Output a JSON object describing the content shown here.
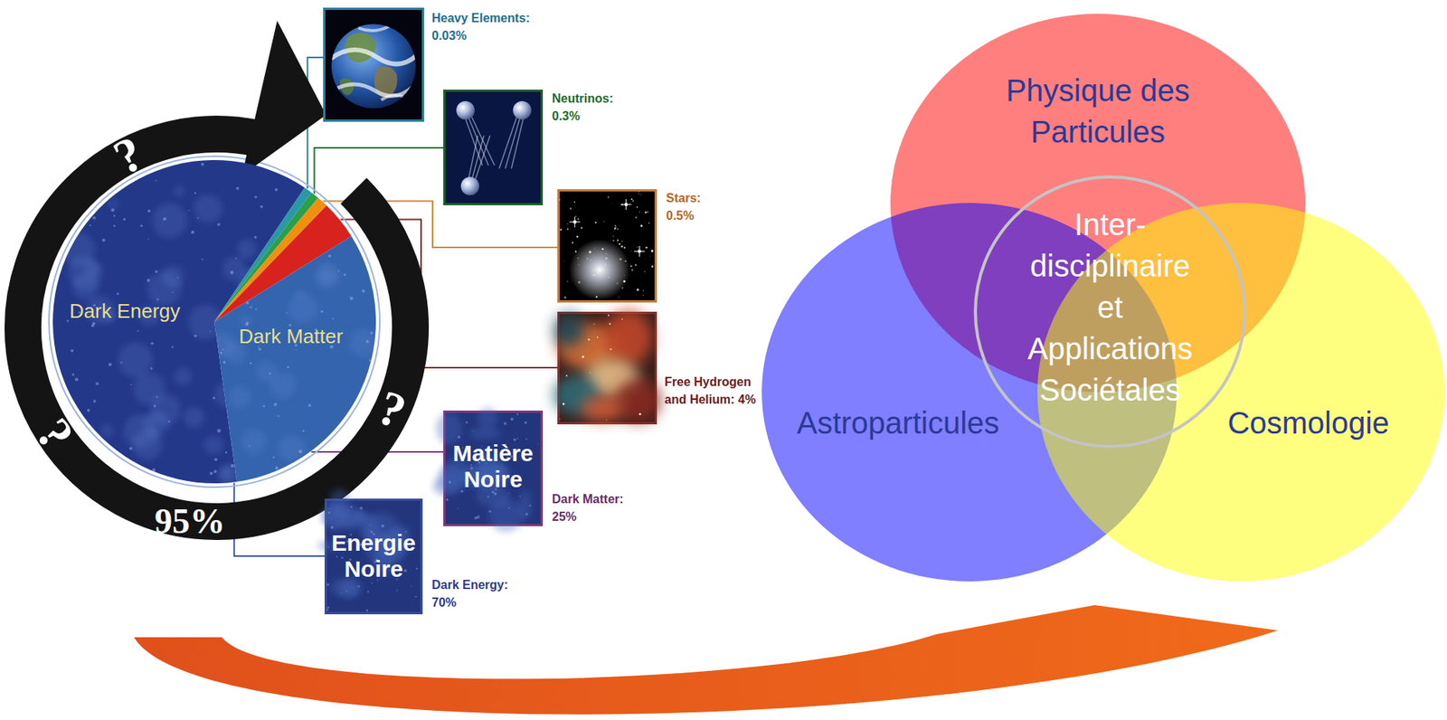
{
  "diagram": {
    "nodes": [
      {
        "text": [
          "Dark Energy",
          "Dark Matter"
        ]
      },
      {
        "text": [
          "Heavy Elements: 0.03%"
        ]
      },
      {
        "text": [
          "Neutrinos: 0.3%"
        ]
      },
      {
        "text": [
          "Stars: 0.5%"
        ]
      },
      {
        "text": [
          "Free Hydrogen and Helium: 4%"
        ]
      },
      {
        "text": [
          "Matière Noire",
          "Dark Matter: 25%"
        ]
      },
      {
        "text": [
          "Energie Noire",
          "Dark Energy: 70%"
        ]
      },
      {
        "text": [
          "Physique des Particules"
        ]
      },
      {
        "text": [
          "Astroparticules"
        ]
      },
      {
        "text": [
          "Cosmologie"
        ]
      },
      {
        "text": [
          "Inter- disciplinaire et Applications Sociétales"
        ]
      }
    ],
    "edges": [
      {
        "from": 0,
        "to": 1,
        "arrow": "none"
      },
      {
        "from": 0,
        "to": 2,
        "arrow": "none"
      },
      {
        "from": 0,
        "to": 3,
        "arrow": "none"
      },
      {
        "from": 0,
        "to": 4,
        "arrow": "none"
      },
      {
        "from": 0,
        "to": 5,
        "arrow": "none"
      },
      {
        "from": 0,
        "to": 6,
        "arrow": "none"
      }
    ],
    "labels": [
      "?",
      "?",
      "?",
      "95%"
    ]
  }
}
